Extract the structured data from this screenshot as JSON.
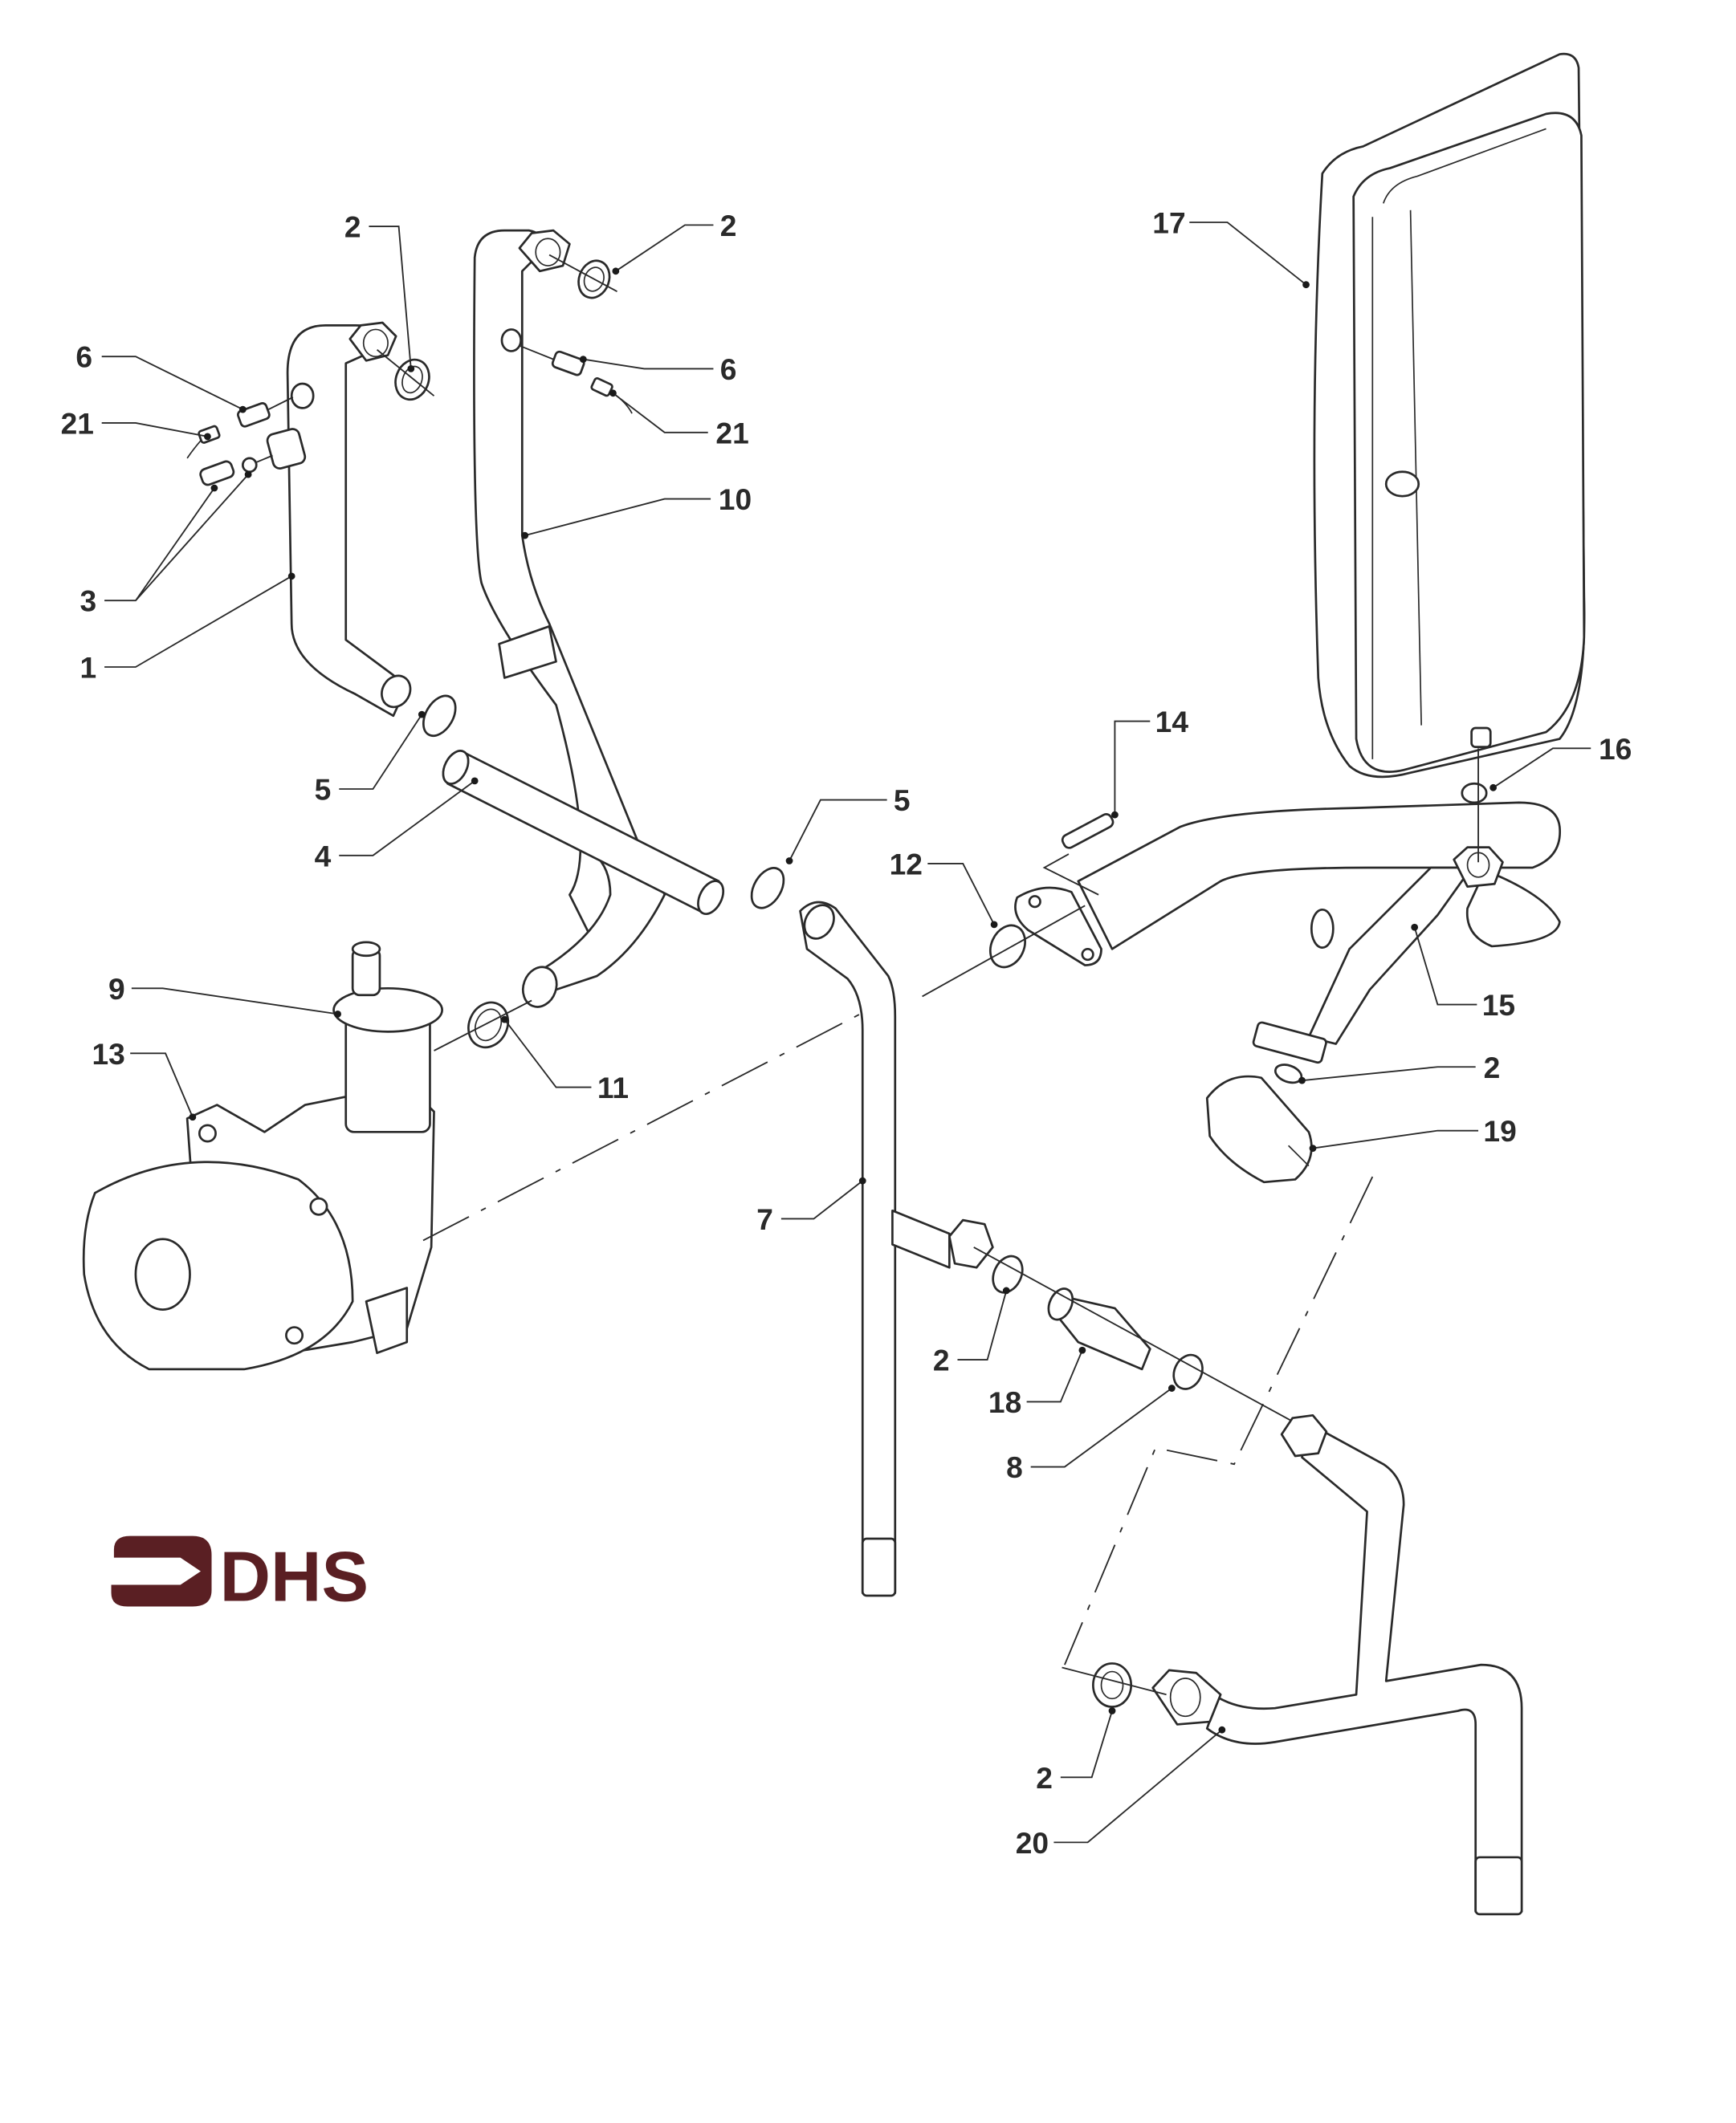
{
  "diagram": {
    "type": "exploded-parts-diagram",
    "logo": {
      "text": "DHS",
      "color": "#5a1f23"
    },
    "colors": {
      "line": "#2a2a2a",
      "background": "#ffffff"
    },
    "callouts": [
      {
        "id": "c-2a",
        "label": "2"
      },
      {
        "id": "c-2b",
        "label": "2"
      },
      {
        "id": "c-6a",
        "label": "6"
      },
      {
        "id": "c-21a",
        "label": "21"
      },
      {
        "id": "c-3",
        "label": "3"
      },
      {
        "id": "c-1",
        "label": "1"
      },
      {
        "id": "c-6b",
        "label": "6"
      },
      {
        "id": "c-21b",
        "label": "21"
      },
      {
        "id": "c-10",
        "label": "10"
      },
      {
        "id": "c-17",
        "label": "17"
      },
      {
        "id": "c-14",
        "label": "14"
      },
      {
        "id": "c-16",
        "label": "16"
      },
      {
        "id": "c-5a",
        "label": "5"
      },
      {
        "id": "c-4",
        "label": "4"
      },
      {
        "id": "c-5b",
        "label": "5"
      },
      {
        "id": "c-12",
        "label": "12"
      },
      {
        "id": "c-9",
        "label": "9"
      },
      {
        "id": "c-13",
        "label": "13"
      },
      {
        "id": "c-11",
        "label": "11"
      },
      {
        "id": "c-15",
        "label": "15"
      },
      {
        "id": "c-2c",
        "label": "2"
      },
      {
        "id": "c-19",
        "label": "19"
      },
      {
        "id": "c-7",
        "label": "7"
      },
      {
        "id": "c-2d",
        "label": "2"
      },
      {
        "id": "c-18",
        "label": "18"
      },
      {
        "id": "c-8",
        "label": "8"
      },
      {
        "id": "c-2e",
        "label": "2"
      },
      {
        "id": "c-20",
        "label": "20"
      }
    ]
  }
}
